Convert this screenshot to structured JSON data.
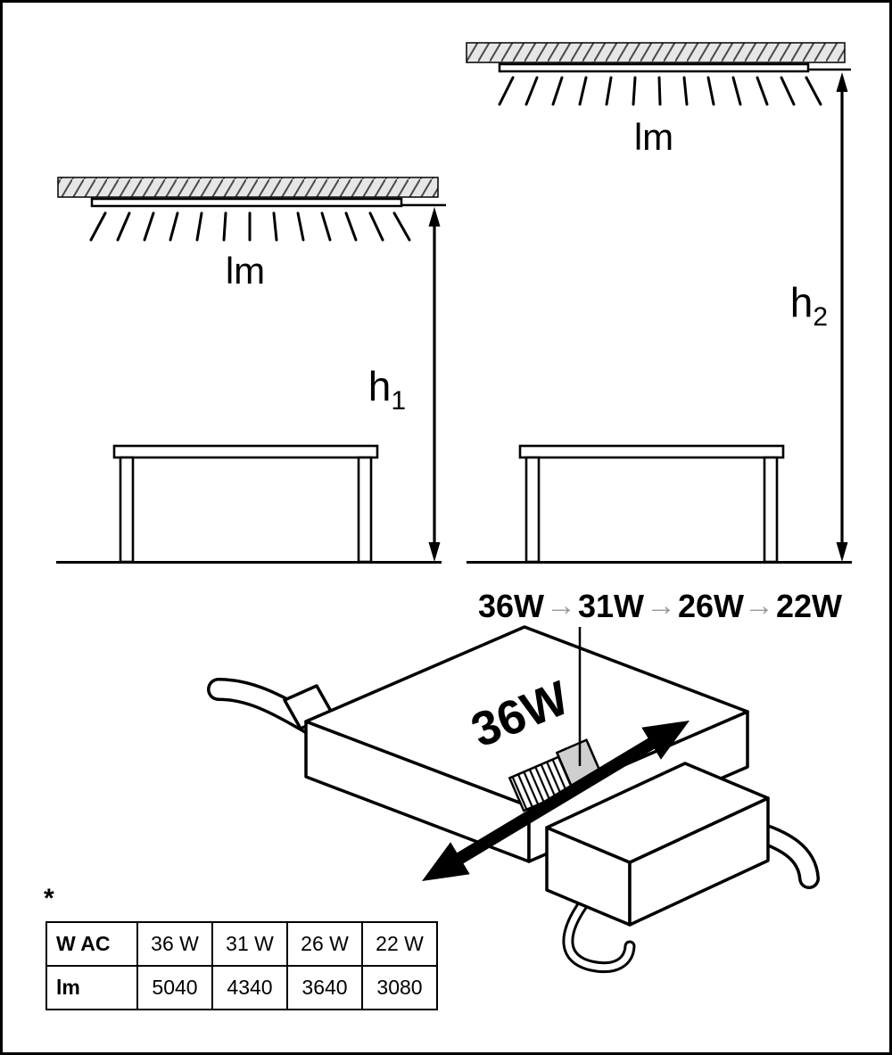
{
  "figure": {
    "left_scene": {
      "lumen_label": "lm",
      "height_symbol": "h",
      "height_index": "1"
    },
    "right_scene": {
      "lumen_label": "lm",
      "height_symbol": "h",
      "height_index": "2"
    },
    "power_sequence": {
      "steps": [
        "36W",
        "31W",
        "26W",
        "22W"
      ],
      "arrow_char": "→",
      "arrow_color": "#9a9a9a"
    },
    "driver": {
      "label": "36W"
    },
    "footnote_marker": "*",
    "spec_table": {
      "rows": [
        {
          "header": "W AC",
          "values": [
            "36 W",
            "31 W",
            "26 W",
            "22 W"
          ]
        },
        {
          "header": "lm",
          "values": [
            "5040",
            "4340",
            "3640",
            "3080"
          ]
        }
      ]
    }
  }
}
